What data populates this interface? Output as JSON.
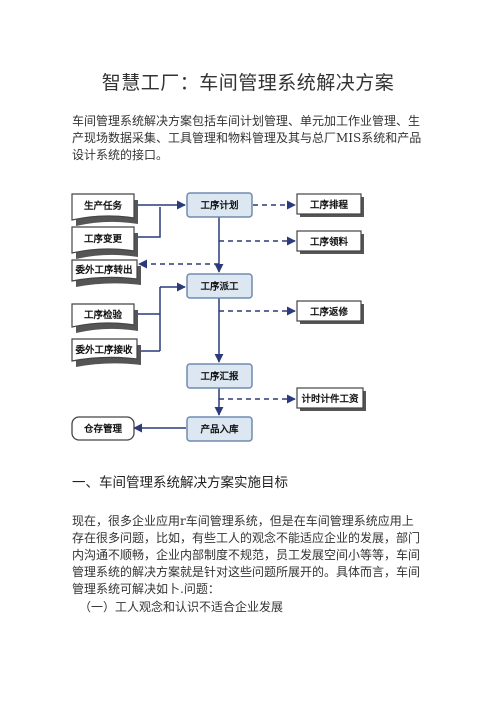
{
  "doc": {
    "title": "智慧工厂：车间管理系统解决方案",
    "intro": "车间管理系统解决方案包括车间计划管理、单元加工作业管理、生产现场数据采集、工具管理和物料管理及其与总厂MIS系统和产品设计系统的接口。",
    "section_heading": "一、车间管理系统解决方案实施目标",
    "body": "现在，很多企业应用r车间管理系统，但是在车间管理系统应用上存在很多问题，比如，有些工人的观念不能适应企业的发展，部门内沟通不顺畅，企业内部制度不规范，员工发展空间小等等，车间管理系统的解决方案就是针对这些问题所展开的。具体而言，车间管理系统可解决如卜.问题：",
    "subheading": "（一）工人观念和认识不适合企业发展"
  },
  "flow": {
    "plan": "工序计划",
    "dispatch": "工序派工",
    "report": "工序汇报",
    "storage_in": "产品入库",
    "task": "生产任务",
    "change": "工序变更",
    "outsource_out": "委外工序转出",
    "inspect": "工序检验",
    "outsource_in": "委外工序接收",
    "warehouse": "仓存管理",
    "schedule": "工序排程",
    "material": "工序领料",
    "rework": "工序返修",
    "wage": "计时计件工资"
  },
  "colors": {
    "process_fill": "#dde7f2",
    "process_border": "#6f8bb0",
    "arrow": "#2b3a7a"
  }
}
